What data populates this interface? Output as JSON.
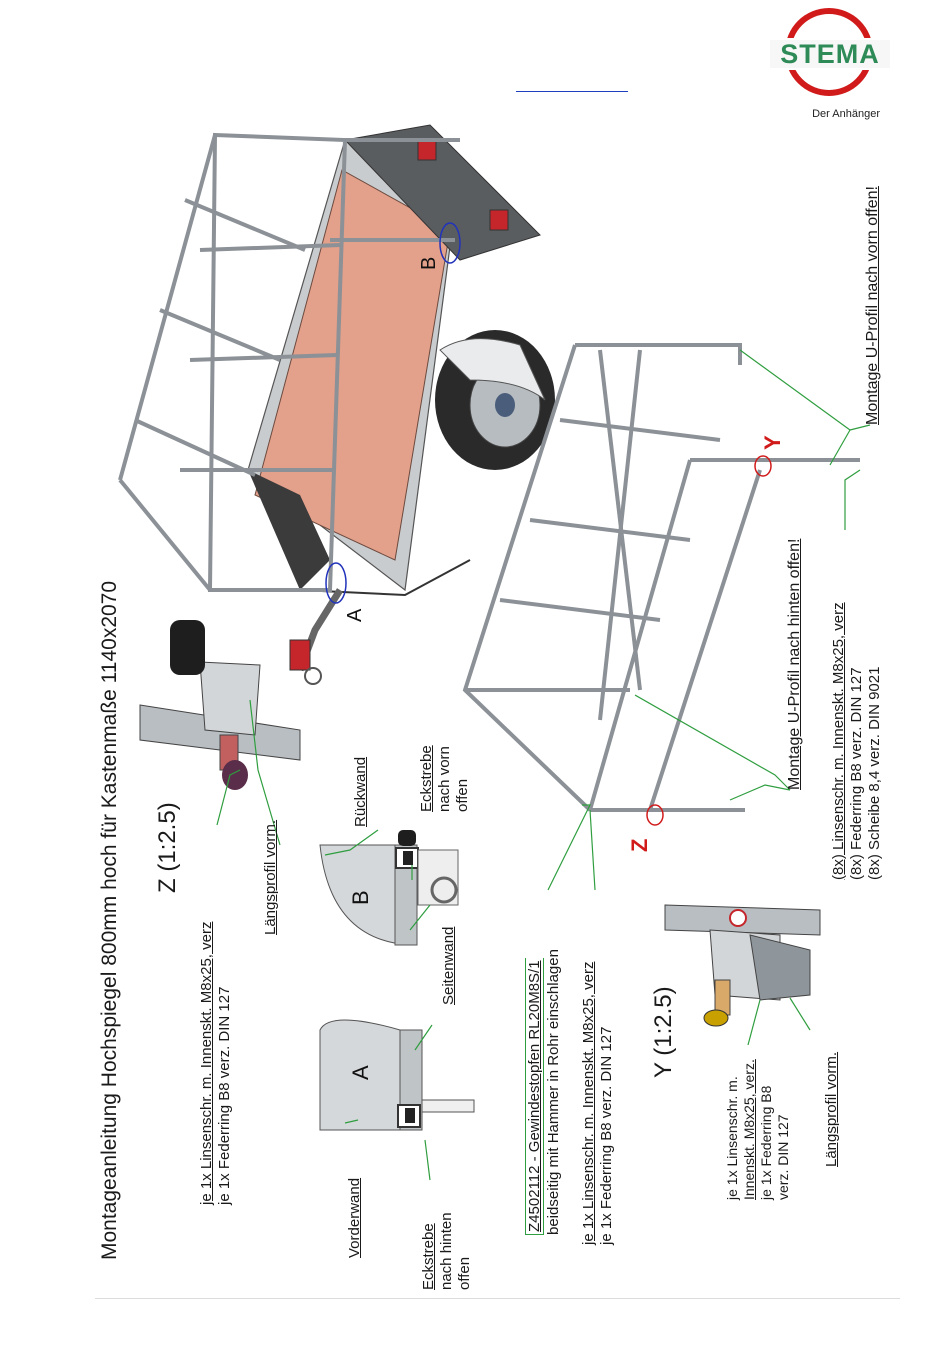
{
  "logo": {
    "brand": "STEMA",
    "tagline": "Der Anhänger"
  },
  "title": "Montageanleitung Hochspiegel   800mm hoch für Kastenmaße 1140x2070",
  "views": {
    "z": "Z (1:2.5)",
    "y": "Y (1:2.5)"
  },
  "detail_letters": {
    "a": "A",
    "b": "B",
    "a_main": "A",
    "b_main": "B",
    "y_marker": "Y",
    "z_marker": "Z"
  },
  "labels": {
    "z_screw_1": "je 1x Linsenschr. m. Innenskt. M8x25, verz",
    "z_screw_2": "je 1x Federring B8 verz. DIN 127",
    "laengsprofil_z": "Längsprofil vorm.",
    "rueckwand": "Rückwand",
    "eckstrebe_vorn_1": "Eckstrebe",
    "eckstrebe_vorn_2": "nach vorn",
    "eckstrebe_vorn_3": "offen",
    "seitenwand": "Seitenwand",
    "vorderwand": "Vorderwand",
    "eckstrebe_hinten_1": "Eckstrebe",
    "eckstrebe_hinten_2": "nach hinten",
    "eckstrebe_hinten_3": "offen",
    "z450_1": "Z4502112 - Gewindestopfen  RL20M8S/1",
    "z450_2": "beidseitig mit Hammer in Rohr einschlagen",
    "mid_screw_1": "je 1x Linsenschr. m. Innenskt. M8x25, verz",
    "mid_screw_2": "je 1x Federring B8 verz. DIN 127",
    "y_screw_1": "je 1x Linsenschr. m.",
    "y_screw_2": "Innenskt. M8x25, verz.",
    "y_screw_3": "je 1x Federring B8",
    "y_screw_4": "verz. DIN 127",
    "laengsprofil_y": "Längsprofil vorm.",
    "montage_hinten": "Montage U-Profil nach hinten offen!",
    "set_1": "(8x) Linsenschr. m. Innenskt. M8x25, verz",
    "set_2": "(8x) Federring B8 verz. DIN 127",
    "set_3": "(8x) Scheibe 8,4 verz. DIN 9021",
    "montage_vorn": "Montage U-Profil nach vorn offen!"
  },
  "colors": {
    "brand_green": "#2e8b57",
    "brand_red": "#d11a1a",
    "callout_green": "#2f9e3f",
    "circle_blue": "#2233bb",
    "floor": "#e3a08a"
  }
}
